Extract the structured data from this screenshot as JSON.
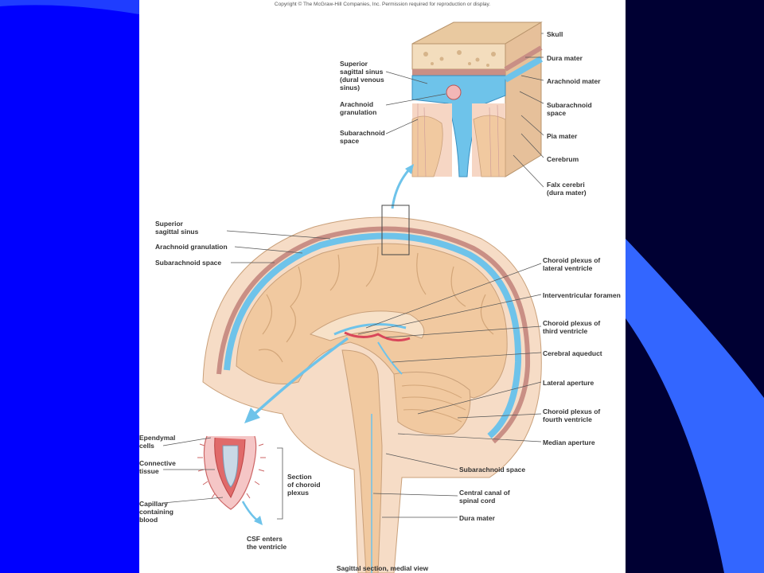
{
  "colors": {
    "background_blue": "#0000ff",
    "navy": "#000033",
    "accent_blue": "#3366ff",
    "csf_blue": "#6ec3ea",
    "brain_tan": "#f1c9a0",
    "bone": "#f3ddbd",
    "choroid_red": "#d9475a"
  },
  "copyright": "Copyright © The McGraw-Hill Companies, Inc. Permission required for reproduction or display.",
  "caption": "Sagittal section, medial view",
  "inset_labels": {
    "superior_sagittal_sinus": "Superior\nsagittal sinus\n(dural venous\nsinus)",
    "arachnoid_granulation": "Arachnoid\ngranulation",
    "subarachnoid_space_left": "Subarachnoid\nspace",
    "skull": "Skull",
    "dura_mater": "Dura mater",
    "arachnoid_mater": "Arachnoid mater",
    "subarachnoid_space_right": "Subarachnoid\nspace",
    "pia_mater": "Pia mater",
    "cerebrum": "Cerebrum",
    "falx_cerebri": "Falx cerebri\n(dura mater)"
  },
  "main_labels": {
    "superior_sagittal_sinus": "Superior\nsagittal sinus",
    "arachnoid_granulation": "Arachnoid granulation",
    "subarachnoid_space": "Subarachnoid space",
    "choroid_plexus_lateral": "Choroid plexus of\nlateral ventricle",
    "interventricular_foramen": "Interventricular foramen",
    "choroid_plexus_third": "Choroid plexus of\nthird ventricle",
    "cerebral_aqueduct": "Cerebral aqueduct",
    "lateral_aperture": "Lateral aperture",
    "choroid_plexus_fourth": "Choroid plexus of\nfourth ventricle",
    "median_aperture": "Median aperture",
    "subarachnoid_space_lower": "Subarachnoid space",
    "central_canal": "Central canal of\nspinal cord",
    "dura_mater": "Dura mater"
  },
  "detail_labels": {
    "ependymal_cells": "Ependymal\ncells",
    "connective_tissue": "Connective\ntissue",
    "capillary_blood": "Capillary\ncontaining\nblood",
    "section_choroid": "Section\nof choroid\nplexus",
    "csf_enters": "CSF enters\nthe ventricle"
  }
}
